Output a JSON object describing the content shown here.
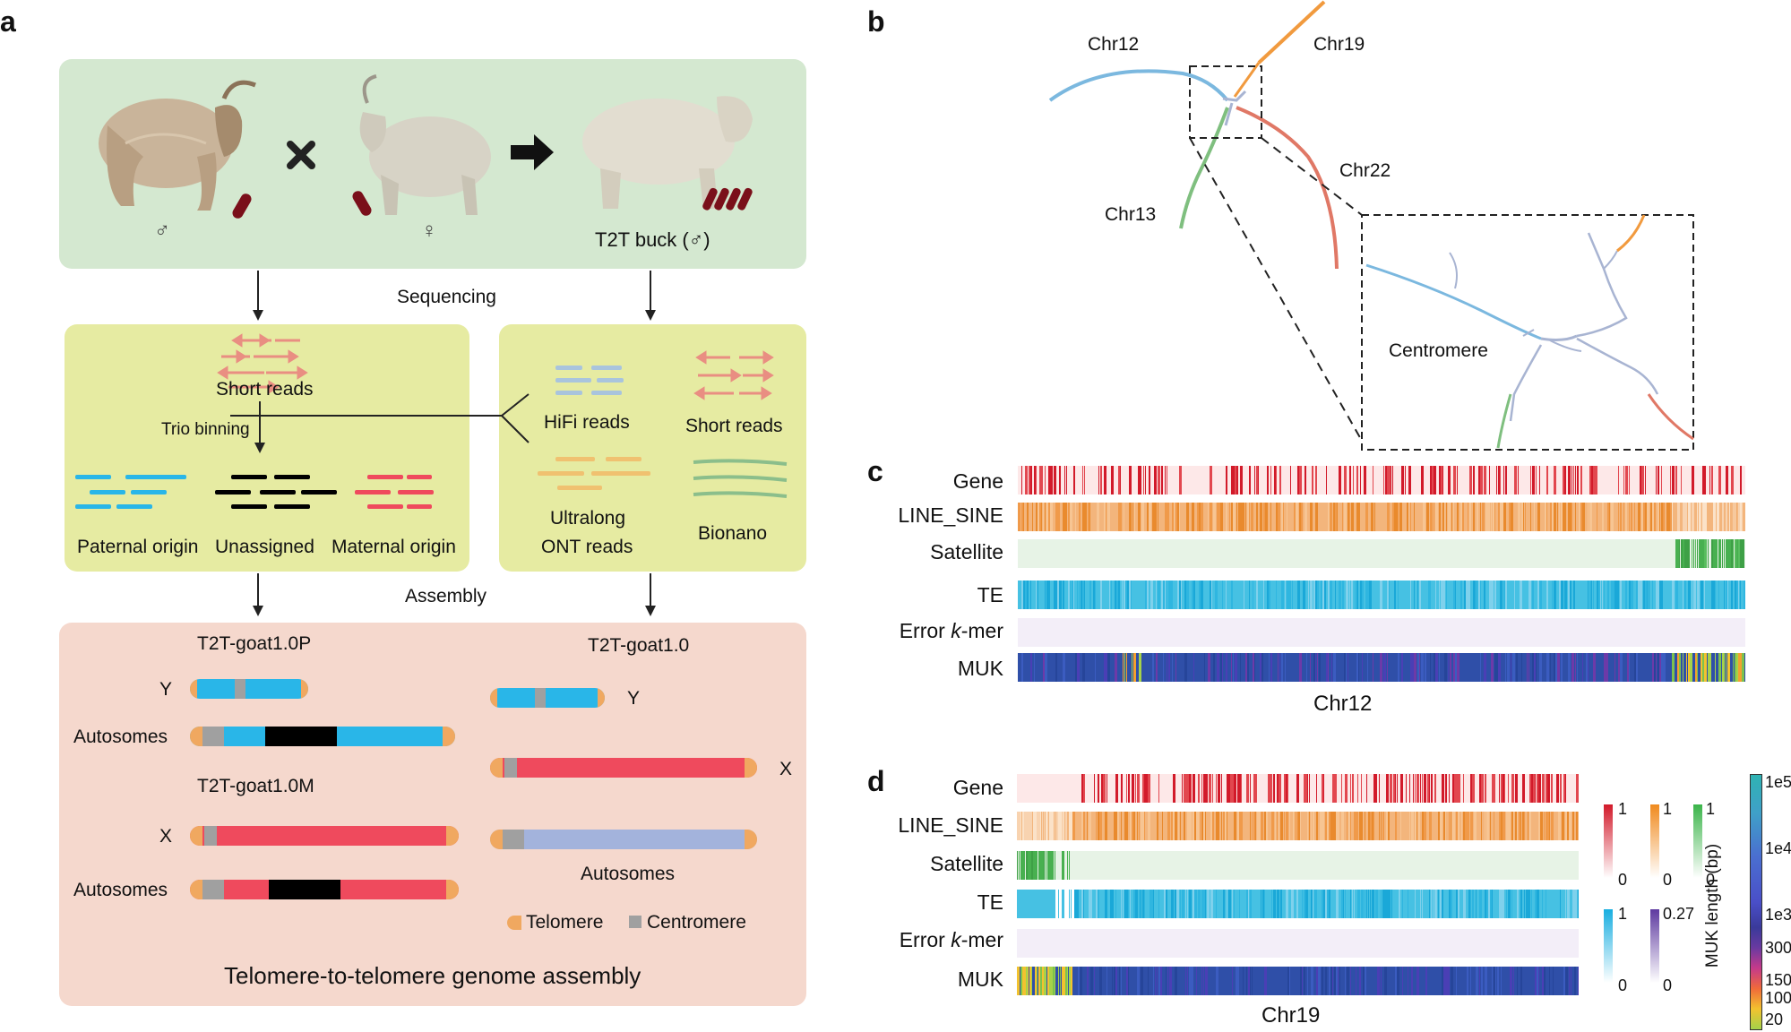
{
  "panels": {
    "a": "a",
    "b": "b",
    "c": "c",
    "d": "d"
  },
  "panel_a": {
    "parents": {
      "father_symbol": "♂",
      "mother_symbol": "♀",
      "offspring_label": "T2T buck (♂)"
    },
    "sequencing_label": "Sequencing",
    "assembly_label": "Assembly",
    "left_box": {
      "short_reads": "Short reads",
      "trio_binning": "Trio binning",
      "paternal": "Paternal origin",
      "unassigned": "Unassigned",
      "maternal": "Maternal origin"
    },
    "right_box": {
      "hifi": "HiFi reads",
      "short_reads": "Short reads",
      "ultralong_line1": "Ultralong",
      "ultralong_line2": "ONT reads",
      "bionano": "Bionano"
    },
    "assembly_box": {
      "t2t_p": "T2T-goat1.0P",
      "t2t_m": "T2T-goat1.0M",
      "t2t": "T2T-goat1.0",
      "y": "Y",
      "x": "X",
      "autosomes": "Autosomes",
      "telomere": "Telomere",
      "centromere": "Centromere",
      "footer": "Telomere-to-telomere genome assembly"
    },
    "colors": {
      "top_box": "#d4e8d0",
      "mid_box": "#e6eba2",
      "bottom_box": "#f5d8cd",
      "paternal": "#29b6e8",
      "maternal": "#ef4a5d",
      "unassigned": "#000000",
      "telomere": "#f0a860",
      "centromere": "#a0a0a0",
      "autosome_blue": "#a3b3dc"
    }
  },
  "panel_b": {
    "chr12": "Chr12",
    "chr19": "Chr19",
    "chr13": "Chr13",
    "chr22": "Chr22",
    "centromere": "Centromere"
  },
  "panel_c": {
    "tracks": [
      "Gene",
      "LINE_SINE",
      "Satellite",
      "TE",
      "Error k-mer",
      "MUK"
    ],
    "chromosome": "Chr12"
  },
  "panel_d": {
    "tracks": [
      "Gene",
      "LINE_SINE",
      "Satellite",
      "TE",
      "Error k-mer",
      "MUK"
    ],
    "chromosome": "Chr19",
    "legend": {
      "top_max": [
        "1",
        "1",
        "1"
      ],
      "top_min": [
        "0",
        "0",
        "0"
      ],
      "te_max": "1",
      "te_min": "0",
      "err_max": "0.27",
      "err_min": "0",
      "muk_ticks": [
        "1e5",
        "1e4",
        "1e3",
        "300",
        "150",
        "100",
        "20"
      ],
      "muk_title": "MUK length (bp)"
    }
  }
}
